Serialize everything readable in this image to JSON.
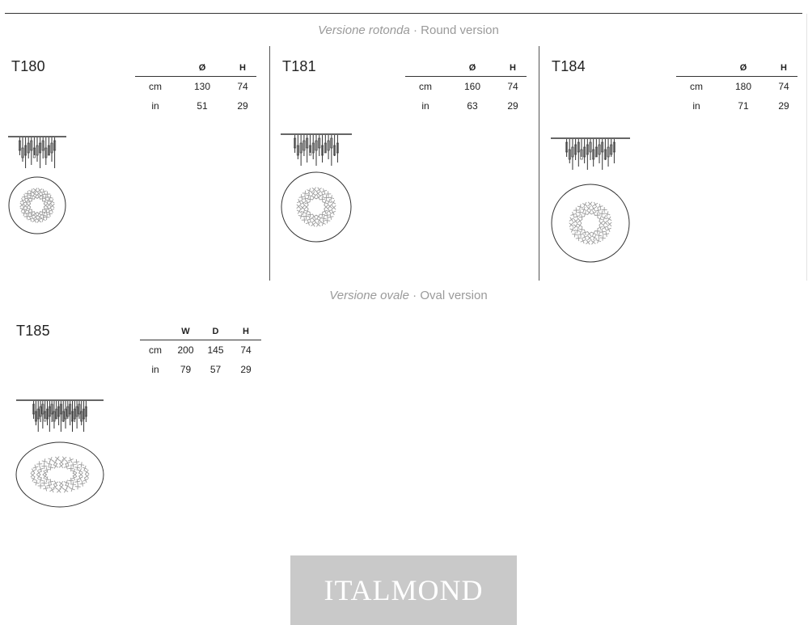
{
  "sections": {
    "round": {
      "italian": "Versione rotonda",
      "separator": " · ",
      "english": "Round version"
    },
    "oval": {
      "italian": "Versione ovale",
      "separator": " · ",
      "english": "Oval version"
    }
  },
  "products": [
    {
      "model": "T180",
      "headers": [
        "Ø",
        "H"
      ],
      "rows": [
        {
          "unit": "cm",
          "values": [
            "130",
            "74"
          ]
        },
        {
          "unit": "in",
          "values": [
            "51",
            "29"
          ]
        }
      ]
    },
    {
      "model": "T181",
      "headers": [
        "Ø",
        "H"
      ],
      "rows": [
        {
          "unit": "cm",
          "values": [
            "160",
            "74"
          ]
        },
        {
          "unit": "in",
          "values": [
            "63",
            "29"
          ]
        }
      ]
    },
    {
      "model": "T184",
      "headers": [
        "Ø",
        "H"
      ],
      "rows": [
        {
          "unit": "cm",
          "values": [
            "180",
            "74"
          ]
        },
        {
          "unit": "in",
          "values": [
            "71",
            "29"
          ]
        }
      ]
    },
    {
      "model": "T185",
      "headers": [
        "W",
        "D",
        "H"
      ],
      "rows": [
        {
          "unit": "cm",
          "values": [
            "200",
            "145",
            "74"
          ]
        },
        {
          "unit": "in",
          "values": [
            "79",
            "57",
            "29"
          ]
        }
      ]
    }
  ],
  "logo": {
    "text": "ITALMOND"
  },
  "colors": {
    "line": "#333333",
    "section_title": "#9a9a9a",
    "logo_bg": "#c9c9c9",
    "logo_text": "#ffffff",
    "crystal": "#9a9a9a"
  }
}
